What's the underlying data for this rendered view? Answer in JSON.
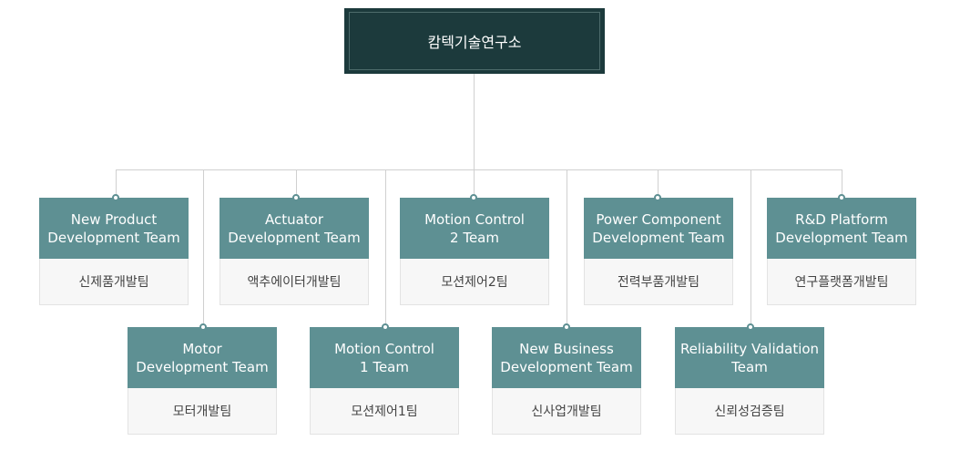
{
  "root": {
    "label": "캄텍기술연구소"
  },
  "teams": [
    {
      "en": "New Product\nDevelopment Team",
      "ko": "신제품개발팀"
    },
    {
      "en": "Actuator\nDevelopment Team",
      "ko": "액추에이터개발팀"
    },
    {
      "en": "Motion Control\n2 Team",
      "ko": "모션제어2팀"
    },
    {
      "en": "Power Component\nDevelopment Team",
      "ko": "전력부품개발팀"
    },
    {
      "en": "R&D Platform\nDevelopment Team",
      "ko": "연구플랫폼개발팀"
    },
    {
      "en": "Motor\nDevelopment Team",
      "ko": "모터개발팀"
    },
    {
      "en": "Motion Control\n1 Team",
      "ko": "모션제어1팀"
    },
    {
      "en": "New Business\nDevelopment Team",
      "ko": "신사업개발팀"
    },
    {
      "en": "Reliability Validation\nTeam",
      "ko": "신뢰성검증팀"
    }
  ]
}
